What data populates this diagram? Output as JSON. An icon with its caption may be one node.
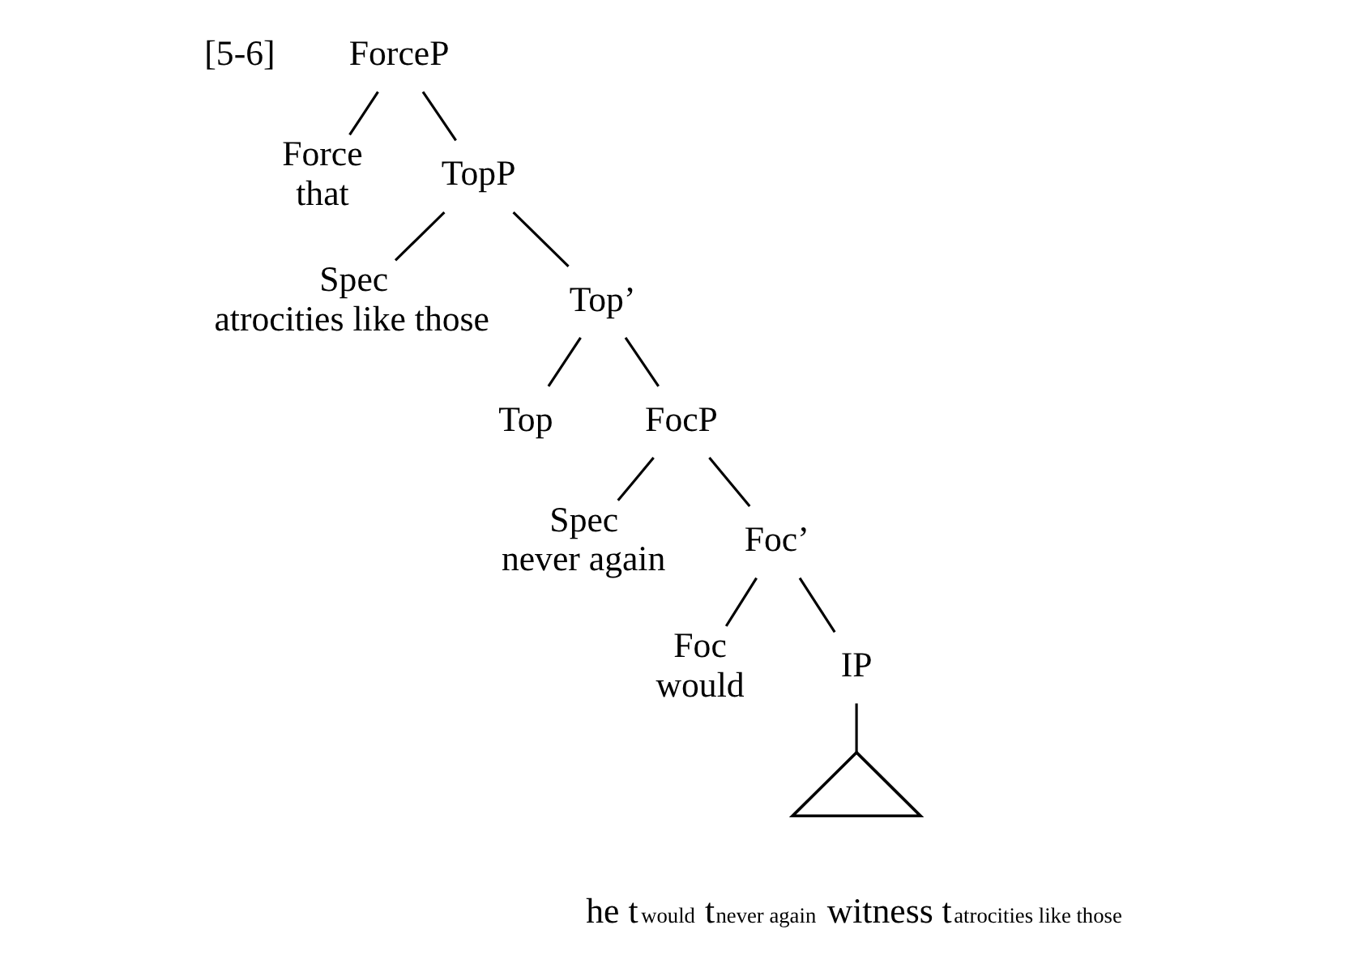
{
  "diagram": {
    "nodes": [
      {
        "text": [
          "ForceP"
        ]
      },
      {
        "text": [
          "Force",
          "that"
        ]
      },
      {
        "text": [
          "TopP"
        ]
      },
      {
        "text": [
          "Spec",
          "atrocities like those"
        ]
      },
      {
        "text": [
          "Top’"
        ]
      },
      {
        "text": [
          "Top"
        ]
      },
      {
        "text": [
          "FocP"
        ]
      },
      {
        "text": [
          "Spec",
          "never again"
        ]
      },
      {
        "text": [
          "Foc’"
        ]
      },
      {
        "text": [
          "Foc",
          "would"
        ]
      },
      {
        "text": [
          "IP"
        ]
      },
      {
        "text": [],
        "shape": "triangle",
        "beside": [
          "he t$_{would}$ t$_{never again}$ witness t$_{atrocities like those}$"
        ]
      }
    ],
    "edges": [
      {
        "from": 0,
        "to": 1,
        "arrow": "none"
      },
      {
        "from": 0,
        "to": 2,
        "arrow": "none"
      },
      {
        "from": 2,
        "to": 3,
        "arrow": "none"
      },
      {
        "from": 2,
        "to": 4,
        "arrow": "none"
      },
      {
        "from": 4,
        "to": 5,
        "arrow": "none"
      },
      {
        "from": 4,
        "to": 6,
        "arrow": "none"
      },
      {
        "from": 6,
        "to": 7,
        "arrow": "none"
      },
      {
        "from": 6,
        "to": 8,
        "arrow": "none"
      },
      {
        "from": 8,
        "to": 9,
        "arrow": "none"
      },
      {
        "from": 8,
        "to": 10,
        "arrow": "none"
      },
      {
        "from": 10,
        "to": 11,
        "arrow": "none"
      }
    ],
    "labels": [
      "[5-6]"
    ]
  }
}
